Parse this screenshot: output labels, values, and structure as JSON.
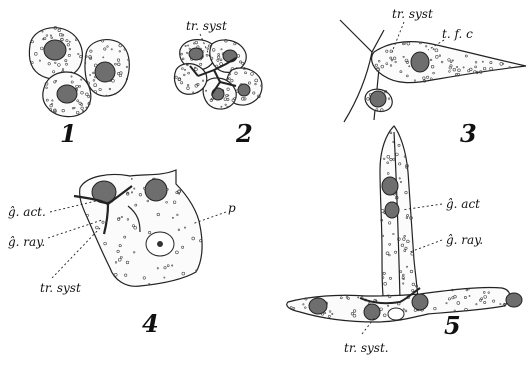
{
  "plate": {
    "figures": [
      {
        "number": "1"
      },
      {
        "number": "2",
        "labels": [
          "tr. syst"
        ]
      },
      {
        "number": "3",
        "labels": [
          "tr. syst",
          "t. f. c"
        ]
      },
      {
        "number": "4",
        "labels": [
          "ĝ. act.",
          "ĝ. ray.",
          "tr. syst",
          "p"
        ]
      },
      {
        "number": "5",
        "labels": [
          "ĝ. act",
          "ĝ. ray.",
          "tr. syst."
        ]
      }
    ]
  }
}
